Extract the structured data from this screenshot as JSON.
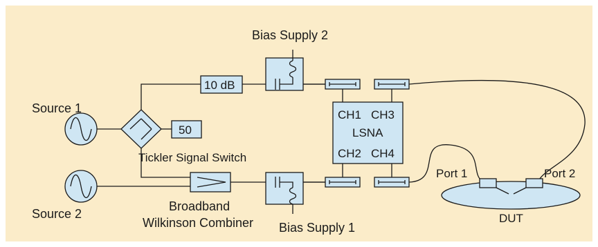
{
  "colors": {
    "background": "#fbecc9",
    "box_fill": "#cfe6f3",
    "stroke": "#1a1a1a",
    "dut_fill": "#cfe6f3"
  },
  "labels": {
    "bias_supply_2": "Bias Supply 2",
    "bias_supply_1": "Bias Supply 1",
    "attenuator": "10 dB",
    "source_1": "Source 1",
    "source_2": "Source 2",
    "termination": "50",
    "tickler_switch": "Tickler Signal Switch",
    "combiner_line1": "Broadband",
    "combiner_line2": "Wilkinson Combiner",
    "lsna_ch1": "CH1",
    "lsna_ch3": "CH3",
    "lsna_name": "LSNA",
    "lsna_ch2": "CH2",
    "lsna_ch4": "CH4",
    "port_1": "Port 1",
    "port_2": "Port 2",
    "dut": "DUT"
  },
  "icons": {
    "source": "sine-wave-source-icon",
    "bias_tee": "bias-tee-icon",
    "coupler": "directional-coupler-icon",
    "switch": "diamond-switch-icon"
  }
}
